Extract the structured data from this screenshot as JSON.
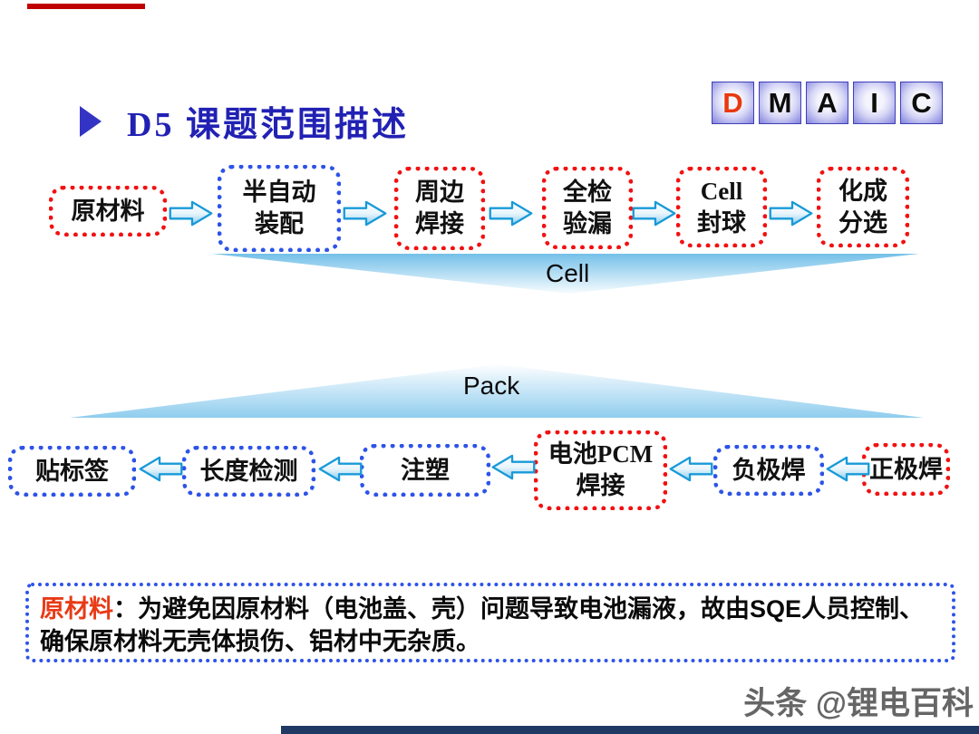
{
  "slide": {
    "title": "D5 课题范围描述",
    "dmaic": [
      "D",
      "M",
      "A",
      "I",
      "C"
    ],
    "flow_row1": [
      {
        "lines": [
          "原材料"
        ],
        "style": "red"
      },
      {
        "lines": [
          "半自动",
          "装配"
        ],
        "style": "blue"
      },
      {
        "lines": [
          "周边",
          "焊接"
        ],
        "style": "red"
      },
      {
        "lines": [
          "全检",
          "验漏"
        ],
        "style": "red"
      },
      {
        "lines": [
          "Cell",
          "封球"
        ],
        "style": "red"
      },
      {
        "lines": [
          "化成",
          "分选"
        ],
        "style": "red"
      }
    ],
    "cell_band_label": "Cell",
    "pack_band_label": "Pack",
    "flow_row2": [
      {
        "lines": [
          "贴标签"
        ],
        "style": "blue"
      },
      {
        "lines": [
          "长度检测"
        ],
        "style": "blue"
      },
      {
        "lines": [
          "注塑"
        ],
        "style": "blue"
      },
      {
        "lines": [
          "电池PCM",
          "焊接"
        ],
        "style": "red"
      },
      {
        "lines": [
          "负极焊"
        ],
        "style": "blue"
      },
      {
        "lines": [
          "正极焊"
        ],
        "style": "red"
      }
    ],
    "note": {
      "label": "原材料",
      "colon": "：",
      "body1": "为避免因原材料（电池盖、壳）问题导致电池漏液，故由",
      "sqe": "SQE",
      "body2": "人员控制、",
      "line2": "确保原材料无壳体损伤、铝材中无杂质。"
    },
    "watermark": "头条 @锂电百科",
    "colors": {
      "title_blue": "#2121b4",
      "red_border": "#f21111",
      "blue_border": "#2d53e8",
      "arrow_outline": "#189ad8",
      "band_blue": "#74c0e8",
      "dmaic_d_red": "#e8380d",
      "note_label_red": "#e83a16",
      "top_bar_red": "#c00000",
      "bottom_bar_navy": "#1f3864"
    }
  }
}
